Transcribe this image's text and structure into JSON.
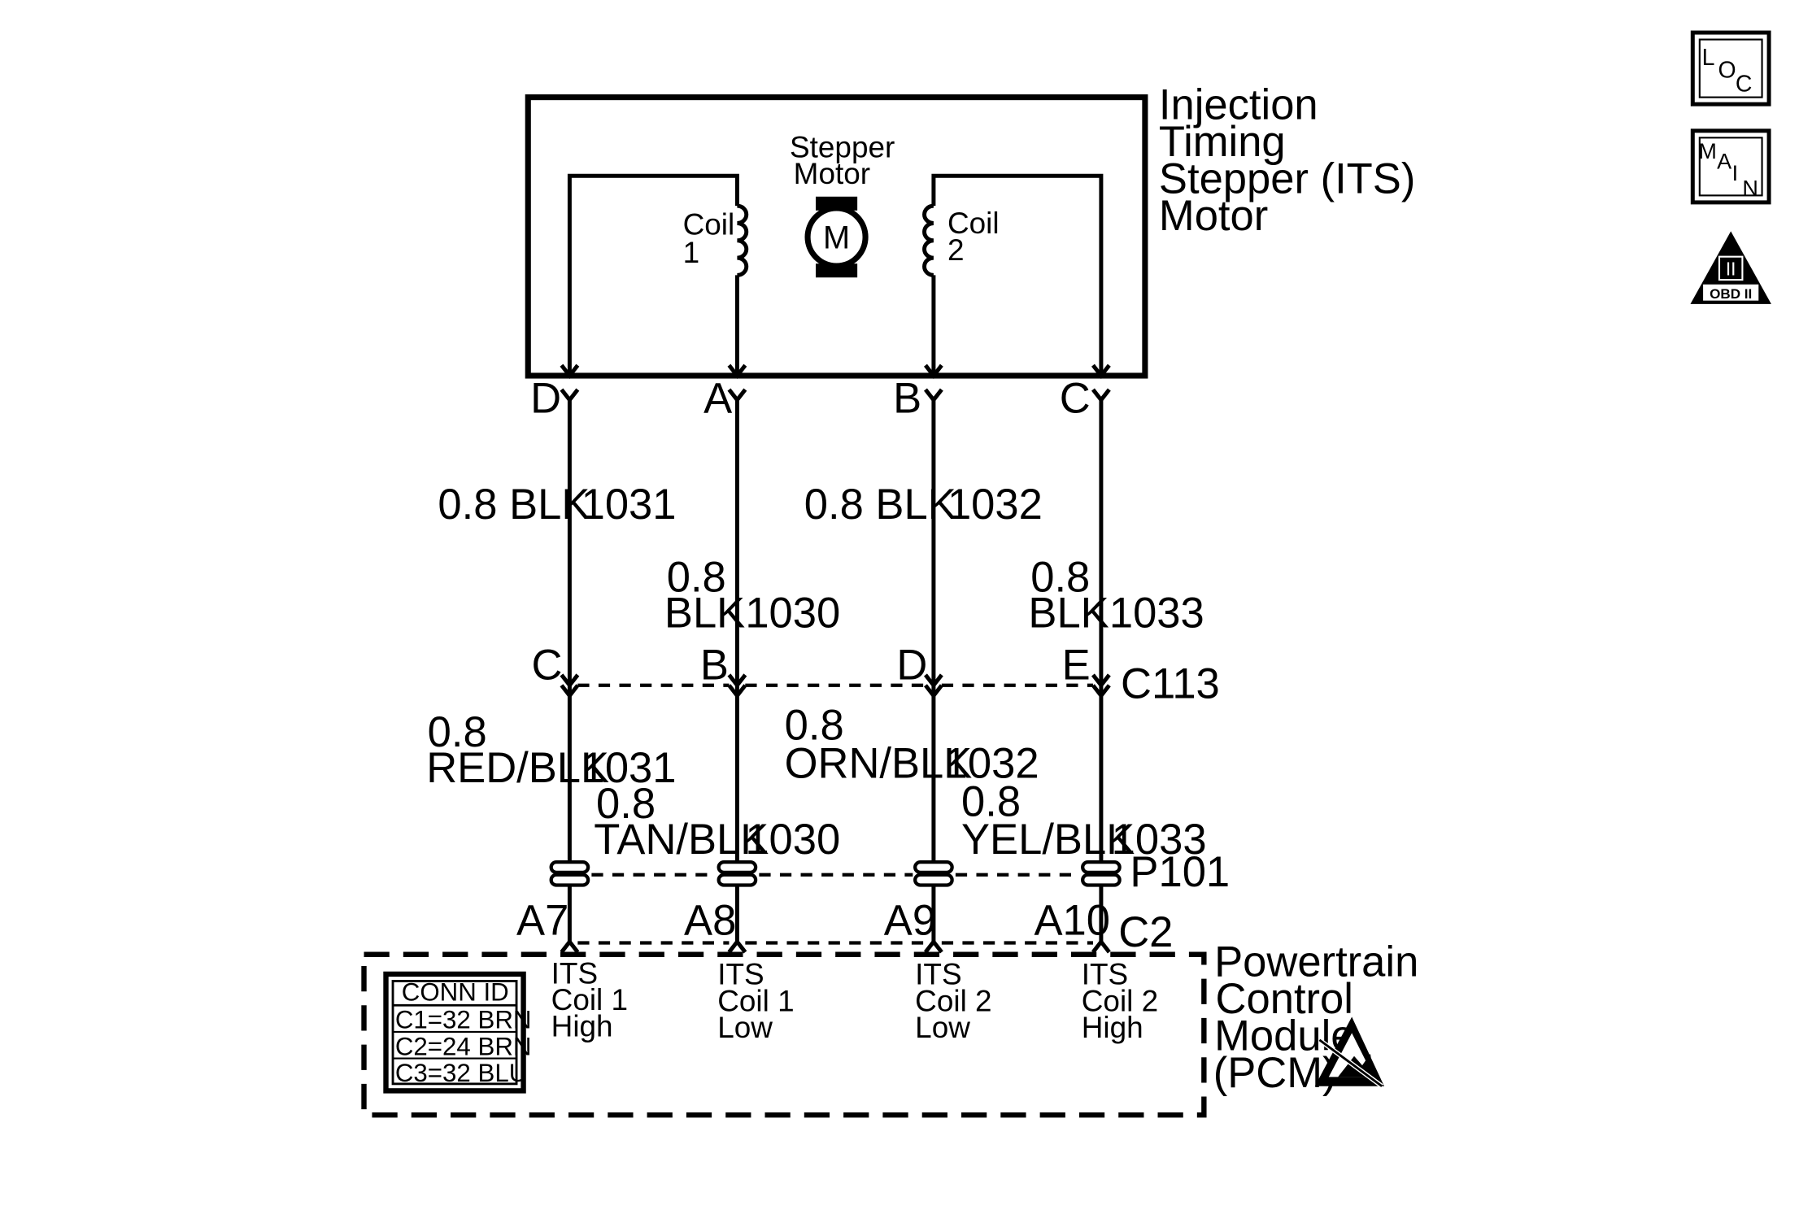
{
  "component": {
    "title_lines": [
      "Injection",
      "Timing",
      "Stepper (ITS)",
      "Motor"
    ],
    "stepper_label": [
      "Stepper",
      "Motor"
    ],
    "motor_symbol": "M",
    "coil1": [
      "Coil",
      "1"
    ],
    "coil2": [
      "Coil",
      "2"
    ]
  },
  "connector_top": {
    "pins": [
      "D",
      "A",
      "B",
      "C"
    ]
  },
  "wires_upper": [
    {
      "gauge": "0.8 BLK",
      "circuit": "1031"
    },
    {
      "gauge": "0.8",
      "color": "BLK",
      "circuit": "1030"
    },
    {
      "gauge": "0.8 BLK",
      "circuit": "1032"
    },
    {
      "gauge": "0.8",
      "color": "BLK",
      "circuit": "1033"
    }
  ],
  "connector_c113": {
    "name": "C113",
    "pins": [
      "C",
      "B",
      "D",
      "E"
    ]
  },
  "wires_lower": [
    {
      "gauge": "0.8",
      "color": "RED/BLK",
      "circuit": "1031"
    },
    {
      "gauge": "0.8",
      "color": "TAN/BLK",
      "circuit": "1030"
    },
    {
      "gauge": "0.8",
      "color": "ORN/BLK",
      "circuit": "1032"
    },
    {
      "gauge": "0.8",
      "color": "YEL/BLK",
      "circuit": "1033"
    }
  ],
  "connector_p101": {
    "name": "P101"
  },
  "connector_c2": {
    "name": "C2",
    "pins": [
      "A7",
      "A8",
      "A9",
      "A10"
    ]
  },
  "pcm": {
    "title_lines": [
      "Powertrain",
      "Control",
      "Module",
      "(PCM)"
    ],
    "terminals": [
      [
        "ITS",
        "Coil 1",
        "High"
      ],
      [
        "ITS",
        "Coil 1",
        "Low"
      ],
      [
        "ITS",
        "Coil 2",
        "Low"
      ],
      [
        "ITS",
        "Coil 2",
        "High"
      ]
    ],
    "conn_id": {
      "header": "CONN ID",
      "rows": [
        "C1=32 BRN",
        "C2=24 BRN",
        "C3=32 BLU"
      ]
    }
  },
  "icons": {
    "loc": [
      "L",
      "O",
      "C"
    ],
    "main": [
      "M",
      "A",
      "I",
      "N"
    ],
    "obd": {
      "numeral": "II",
      "label": "OBD II"
    }
  }
}
